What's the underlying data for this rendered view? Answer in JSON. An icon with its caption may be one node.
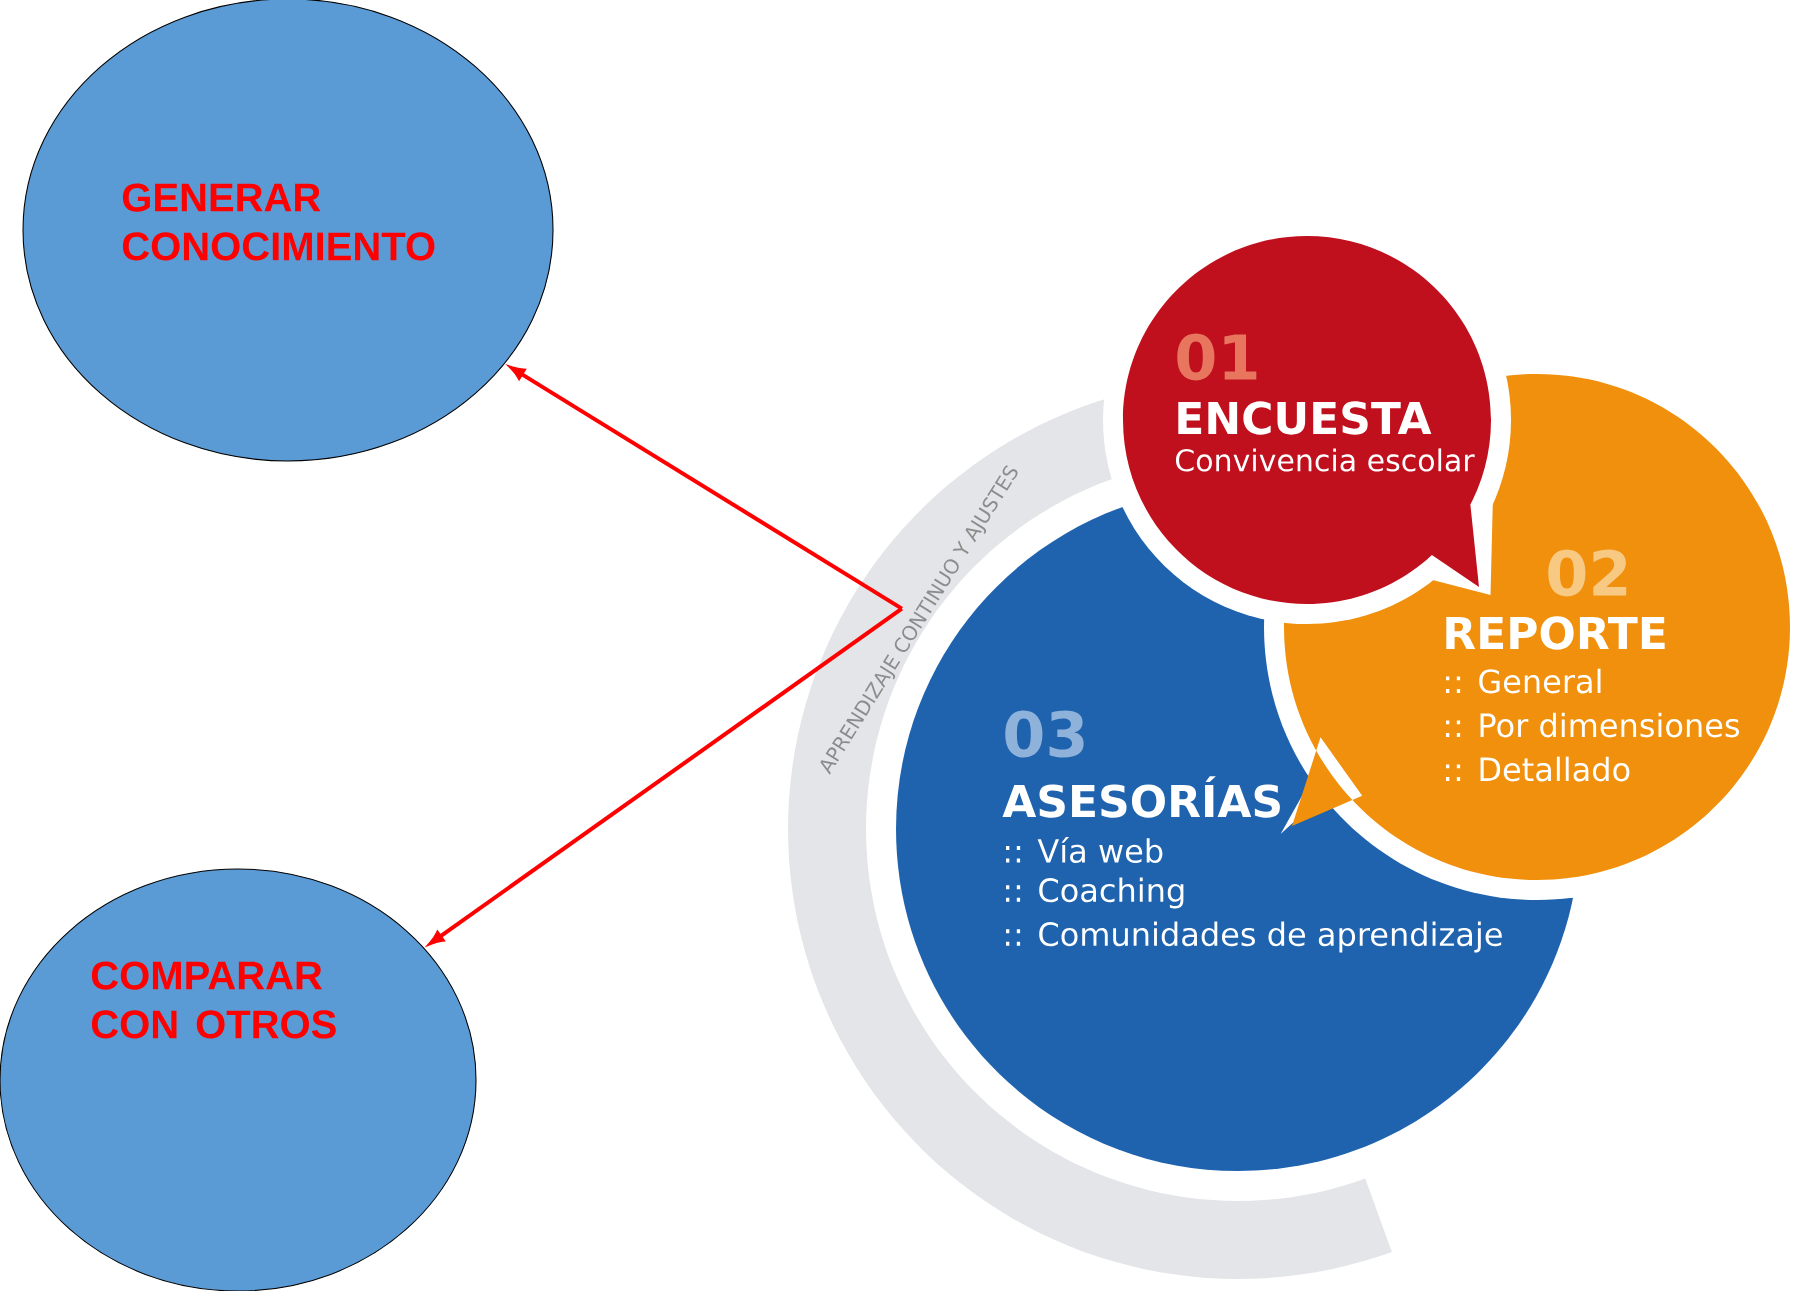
{
  "diagram": {
    "nodes": [
      {
        "text": [
          "GENERAR CONOCIMIENTO"
        ]
      },
      {
        "text": [
          "COMPARAR CON OTROS"
        ]
      },
      {
        "text": [
          "01",
          "ENCUESTA",
          "Convivencia escolar"
        ]
      },
      {
        "text": [
          "02",
          "REPORTE",
          ":: General",
          ":: Por dimensiones",
          ":: Detallado"
        ]
      },
      {
        "text": [
          "03",
          "ASESORÍAS",
          ":: Vía web",
          ":: Coaching",
          ":: Comunidades de aprendizaje"
        ]
      },
      {
        "text": [
          "APRENDIZAJE CONTINUO Y AJUSTES"
        ]
      }
    ],
    "edges": [
      {
        "from": 5,
        "to": 0,
        "arrow": "to"
      },
      {
        "from": 5,
        "to": 1,
        "arrow": "to"
      }
    ]
  }
}
